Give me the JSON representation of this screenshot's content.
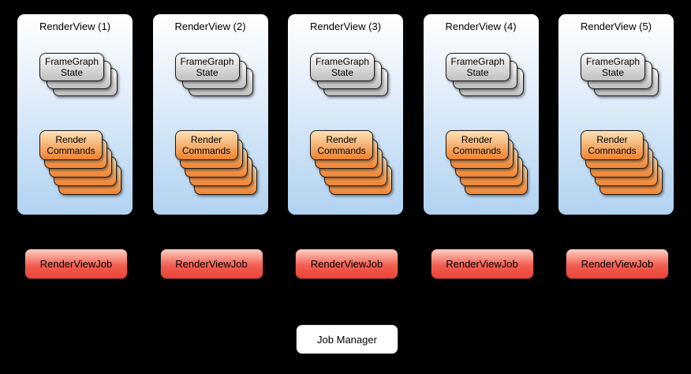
{
  "panels": [
    {
      "title": "RenderView (1)",
      "job_label": "RenderViewJob"
    },
    {
      "title": "RenderView (2)",
      "job_label": "RenderViewJob"
    },
    {
      "title": "RenderView (3)",
      "job_label": "RenderViewJob"
    },
    {
      "title": "RenderView (4)",
      "job_label": "RenderViewJob"
    },
    {
      "title": "RenderView (5)",
      "job_label": "RenderViewJob"
    }
  ],
  "card_labels": {
    "framegraph": [
      "FrameGraph",
      "State"
    ],
    "render_commands": [
      "Render",
      "Commands"
    ]
  },
  "stacks": {
    "framegraph_card_count": 3,
    "render_commands_card_count": 5
  },
  "job_manager": {
    "label": "Job Manager"
  },
  "colors": {
    "background": "#000000",
    "panel_top": "#ffffff",
    "panel_upper": "#f2f7fd",
    "panel_mid": "#d8e8f8",
    "panel_bottom": "#b0d2f1",
    "gray_top": "#fafafa",
    "gray_bottom": "#bfbfbf",
    "orange_top": "#fce3b8",
    "orange_bottom": "#ef8230",
    "red_top": "#ffcfc4",
    "red_mid": "#f15f51",
    "red_bottom": "#eb4236",
    "card_border": "#1a1a1a",
    "jobmanager_bg": "#ffffff"
  }
}
